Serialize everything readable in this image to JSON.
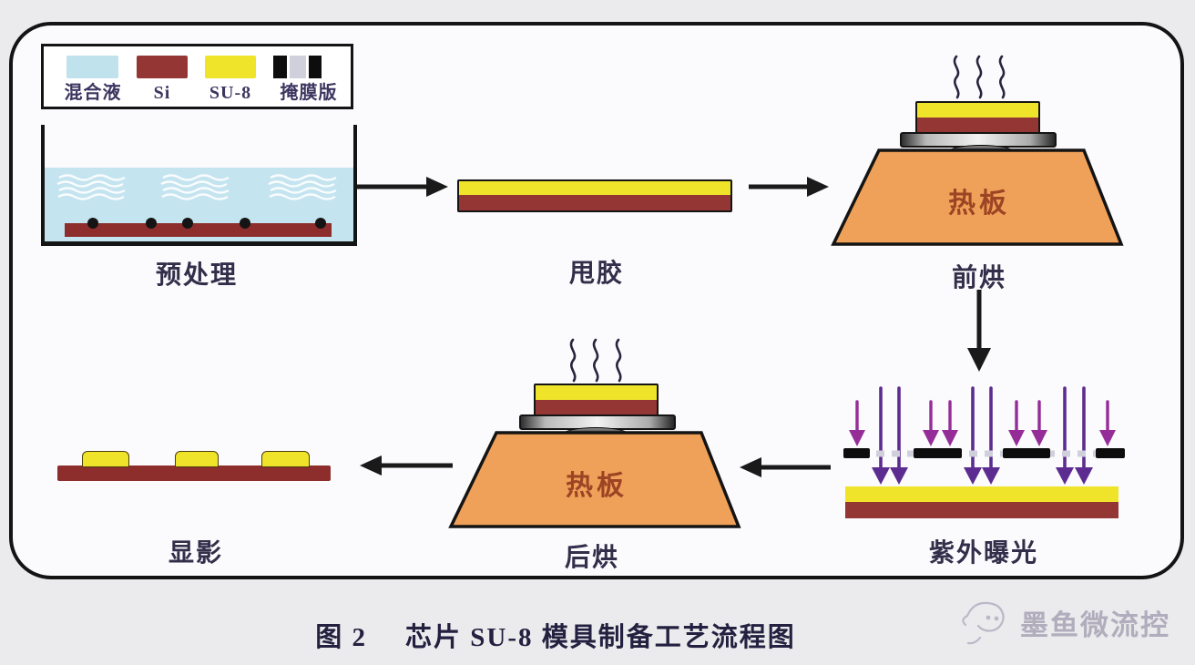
{
  "legend": {
    "items": [
      {
        "label": "混合液",
        "color_key": "mixture"
      },
      {
        "label": "Si",
        "color_key": "si"
      },
      {
        "label": "SU-8",
        "color_key": "su8"
      },
      {
        "label": "掩膜版",
        "color_key": "mask"
      }
    ]
  },
  "steps": {
    "pretreat": {
      "label": "预处理"
    },
    "spincoat": {
      "label": "甩胶"
    },
    "prebake": {
      "label": "前烘",
      "plate_label": "热板"
    },
    "uv": {
      "label": "紫外曝光"
    },
    "postbake": {
      "label": "后烘",
      "plate_label": "热板"
    },
    "develop": {
      "label": "显影"
    }
  },
  "caption": {
    "fig": "图 2",
    "title": "芯片 SU-8 模具制备工艺流程图"
  },
  "watermark": {
    "text": "墨鱼微流控"
  },
  "colors": {
    "mixture": "#bfe2ed",
    "si": "#933634",
    "su8": "#efe42a",
    "mask-dark": "#0d0d0d",
    "mask-clear": "#d0d0dc",
    "hotplate": "#f0a159",
    "uv-short": "#952d98",
    "uv-long": "#5c2c90",
    "arrow": "#1a1a1a"
  }
}
